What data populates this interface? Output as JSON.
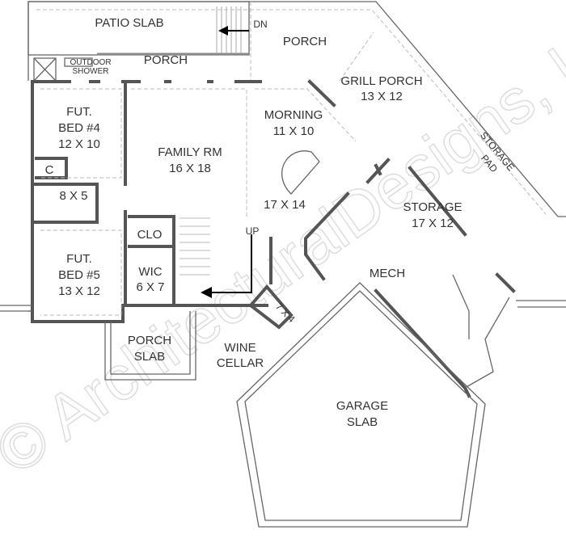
{
  "watermark": "© ArchitecturalDesigns, Inc.",
  "rooms": {
    "patio_slab": "PATIO SLAB",
    "stair_dn": "DN",
    "porch_top": "PORCH",
    "outdoor_shower_1": "OUTDOOR",
    "outdoor_shower_2": "SHOWER",
    "porch_left": "PORCH",
    "grill_porch": "GRILL PORCH",
    "grill_porch_size": "13 X 12",
    "bed4_1": "FUT.",
    "bed4_2": "BED #4",
    "bed4_size": "12 X 10",
    "closet_c": "C",
    "morning": "MORNING",
    "morning_size": "11 X 10",
    "family": "FAMILY RM",
    "family_size": "16 X 18",
    "storage_pad_1": "STORAGE",
    "storage_pad_2": "PAD",
    "bath_size": "8 X 5",
    "kitchen_size": "17 X 14",
    "storage": "STORAGE",
    "storage_size": "17 X 12",
    "stair_up": "UP",
    "clo": "CLO",
    "bed5_1": "FUT.",
    "bed5_2": "BED #5",
    "bed5_size": "13 X 12",
    "wic": "WIC",
    "wic_size": "6 X 7",
    "mech": "MECH",
    "small_room_size": "7 X 4",
    "porch_slab_1": "PORCH",
    "porch_slab_2": "SLAB",
    "wine_1": "WINE",
    "wine_2": "CELLAR",
    "garage_1": "GARAGE",
    "garage_2": "SLAB"
  }
}
